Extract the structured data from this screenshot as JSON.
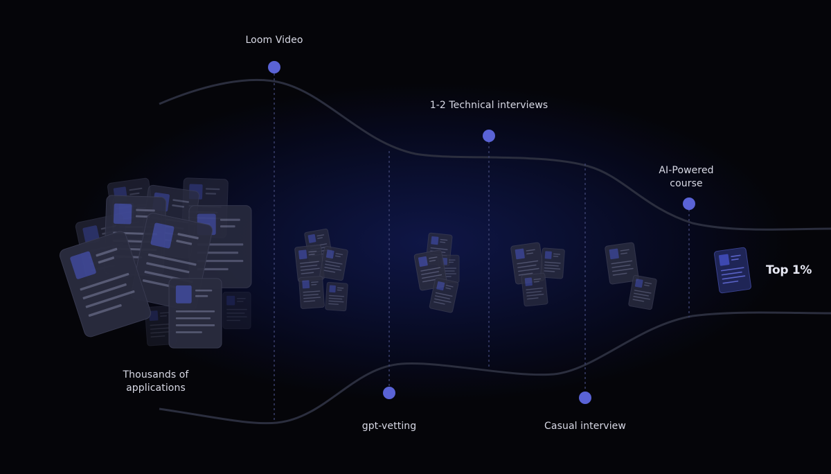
{
  "stages": [
    {
      "label": "Loom Video",
      "position": "top"
    },
    {
      "label": "gpt-vetting",
      "position": "bottom"
    },
    {
      "label": "1-2 Technical interviews",
      "position": "top"
    },
    {
      "label": "Casual interview",
      "position": "bottom"
    },
    {
      "label": "AI-Powered course",
      "position": "top"
    }
  ],
  "start_label": "Thousands of applications",
  "end_label": "Top 1%",
  "colors": {
    "marker": "#5a63d6",
    "funnel_line": "#2b2e3e",
    "card_fill": "#2a2c3f",
    "card_accent": "#3f4894",
    "text": "#d9dae6"
  }
}
